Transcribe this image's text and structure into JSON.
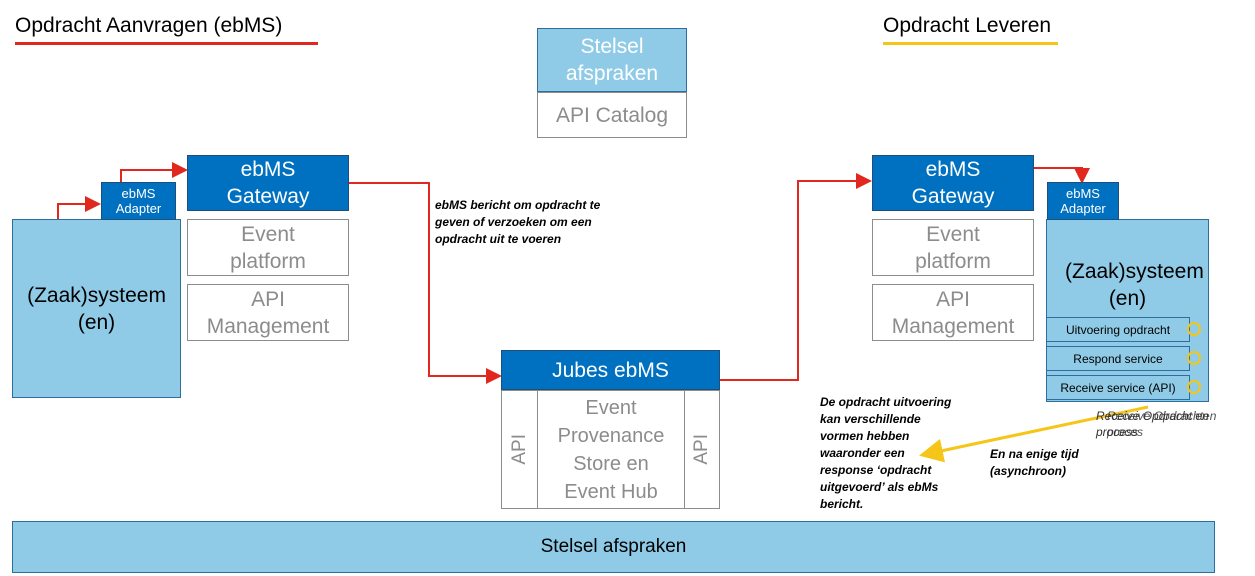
{
  "left_title": "Opdracht Aanvragen (ebMS)",
  "right_title": "Opdracht Leveren",
  "colors": {
    "red_line": "#e0281e",
    "yellow_line": "#f5c518",
    "blue": "#0070c0",
    "light_blue": "#8fcbe7"
  },
  "stelsel_top": {
    "label": "Stelsel afspraken",
    "catalog": "API Catalog"
  },
  "left": {
    "adapter": "ebMS Adapter",
    "system": "(Zaak)systeem (en)",
    "gateway": "ebMS Gateway",
    "event": "Event platform",
    "api_mgmt": "API Management"
  },
  "message_note": "ebMS bericht om opdracht te geven of verzoeken om een opdracht uit te voeren",
  "hub": {
    "title": "Jubes ebMS",
    "api_left": "API",
    "api_right": "API",
    "body": "Event Provenance Store en Event Hub"
  },
  "right": {
    "gateway": "ebMS Gateway",
    "event": "Event platform",
    "api_mgmt": "API Management",
    "adapter": "ebMS Adapter",
    "system": "(Zaak)systeem (en)",
    "services": [
      "Uitvoering opdracht",
      "Respond service",
      "Receive service (API)"
    ]
  },
  "receive_label_a": "Receive Opdracht en",
  "receive_label_b": "process",
  "receive_label_c": "Receive Opdrachten",
  "receive_label_d": "proces",
  "async_note": "En na enige tijd (asynchroon)",
  "result_note": "De opdracht uitvoering kan verschillende vormen hebben waaronder een response ‘opdracht uitgevoerd’ als ebMs bericht.",
  "bottom_bar": "Stelsel afspraken"
}
